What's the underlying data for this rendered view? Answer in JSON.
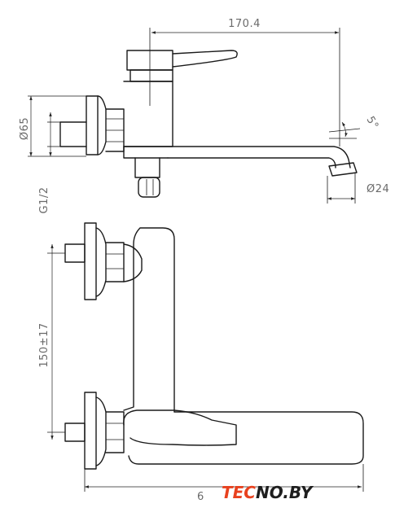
{
  "dimensions": {
    "overall_length": "170.4",
    "body_diameter": "Ø65",
    "connection_thread": "G1/2",
    "spout_angle": "5°",
    "spout_diameter": "Ø24",
    "center_distance": "150±17",
    "bottom_length": "6"
  },
  "brand": {
    "part1": "TEC",
    "part2": "NO.BY",
    "color_primary": "#e8411e",
    "color_secondary": "#1e1e1e"
  }
}
